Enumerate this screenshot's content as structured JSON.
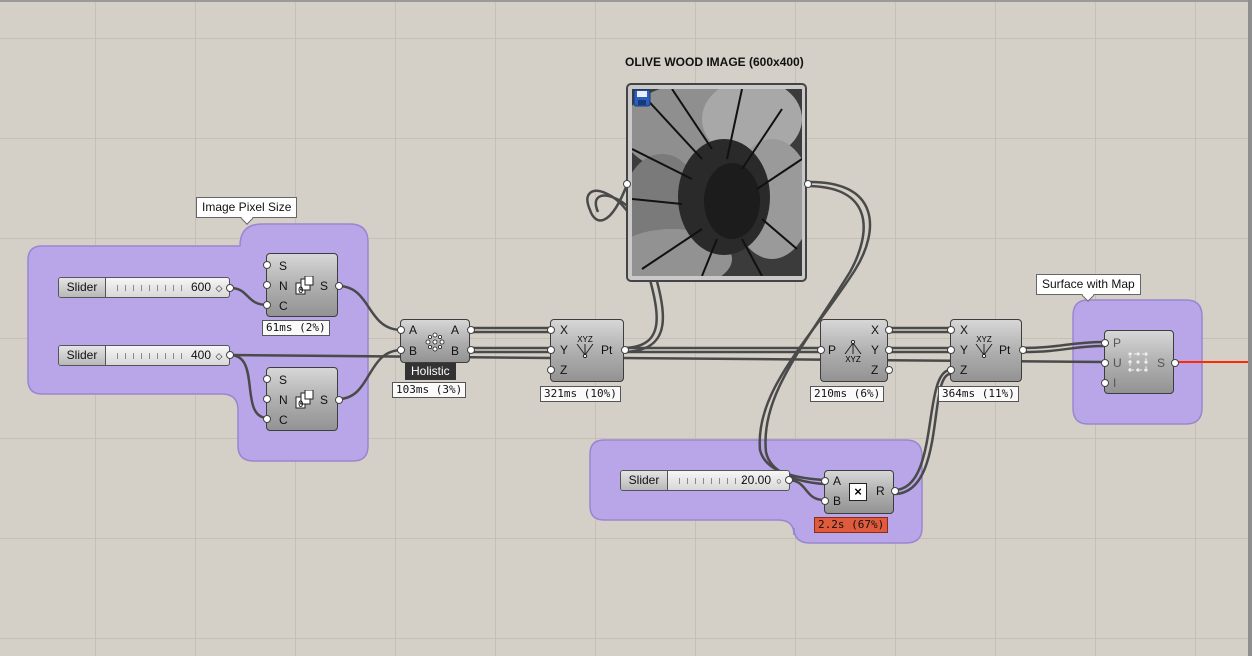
{
  "groups": [
    {
      "id": "image-pixel-size",
      "label": "Image Pixel Size"
    },
    {
      "id": "surface-with-map",
      "label": "Surface with Map"
    }
  ],
  "image_panel": {
    "title": "OLIVE WOOD IMAGE (600x400)"
  },
  "sliders": [
    {
      "label": "Slider",
      "value": "600"
    },
    {
      "label": "Slider",
      "value": "400"
    },
    {
      "label": "Slider",
      "value": "20.00"
    }
  ],
  "components": {
    "series_top": {
      "inputs": [
        "S",
        "N",
        "C"
      ],
      "output": "S",
      "timing": "61ms (2%)"
    },
    "series_bottom": {
      "inputs": [
        "S",
        "N",
        "C"
      ],
      "output": "S"
    },
    "cross_ref": {
      "inputs": [
        "A",
        "B"
      ],
      "outputs": [
        "A",
        "B"
      ],
      "tooltip": "Holistic",
      "timing": "103ms (3%)"
    },
    "construct_point": {
      "inputs": [
        "X",
        "Y",
        "Z"
      ],
      "icon_text": "XYZ",
      "output": "Pt",
      "timing": "321ms (10%)"
    },
    "deconstruct_point": {
      "input": "P",
      "outputs": [
        "X",
        "Y",
        "Z"
      ],
      "icon_text": "XYZ",
      "timing": "210ms (6%)"
    },
    "construct_point_2": {
      "inputs": [
        "X",
        "Y",
        "Z"
      ],
      "icon_text": "XYZ",
      "output": "Pt",
      "timing": "364ms (11%)"
    },
    "multiply": {
      "inputs": [
        "A",
        "B"
      ],
      "icon": "×",
      "output": "R",
      "timing": "2.2s (67%)"
    },
    "surface_map": {
      "inputs": [
        "P",
        "U",
        "I"
      ],
      "output": "S"
    }
  },
  "colors": {
    "canvas": "#d4d0c8",
    "group_fill": "#b9a6e8",
    "group_stroke": "#9a86d0",
    "wire": "#4a4a4a",
    "selected_wire": "#ff2a00",
    "profiler_hot": "#e05a3c"
  },
  "icons": {
    "series": "series-icon",
    "cross_reference": "cross-reference-icon",
    "construct_point": "construct-point-icon",
    "deconstruct_point": "deconstruct-point-icon",
    "multiply": "multiply-icon",
    "surface_map": "surface-from-points-icon",
    "save": "save-icon"
  }
}
